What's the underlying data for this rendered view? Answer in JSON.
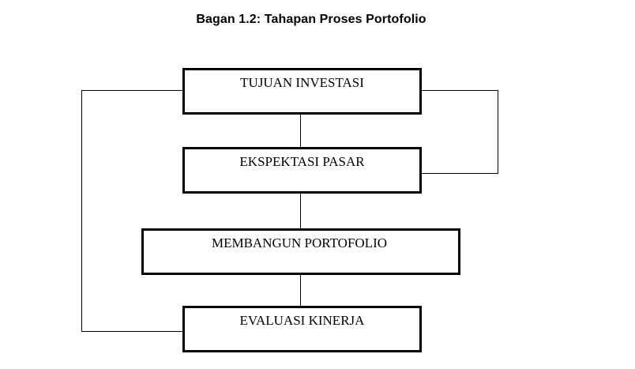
{
  "diagram": {
    "title": "Bagan 1.2: Tahapan Proses Portofolio",
    "nodes": [
      {
        "id": "tujuan",
        "label": "TUJUAN INVESTASI"
      },
      {
        "id": "ekspektasi",
        "label": "EKSPEKTASI PASAR"
      },
      {
        "id": "membangun",
        "label": "MEMBANGUN PORTOFOLIO"
      },
      {
        "id": "evaluasi",
        "label": "EVALUASI KINERJA"
      }
    ],
    "edges": [
      {
        "from": "tujuan",
        "to": "ekspektasi"
      },
      {
        "from": "ekspektasi",
        "to": "membangun"
      },
      {
        "from": "membangun",
        "to": "evaluasi"
      },
      {
        "from": "tujuan",
        "to": "ekspektasi",
        "route": "right-loop"
      },
      {
        "from": "evaluasi",
        "to": "tujuan",
        "route": "left-loop"
      }
    ],
    "colors": {
      "line": "#000000",
      "box_fill": "#ffffff",
      "text": "#000000"
    }
  }
}
